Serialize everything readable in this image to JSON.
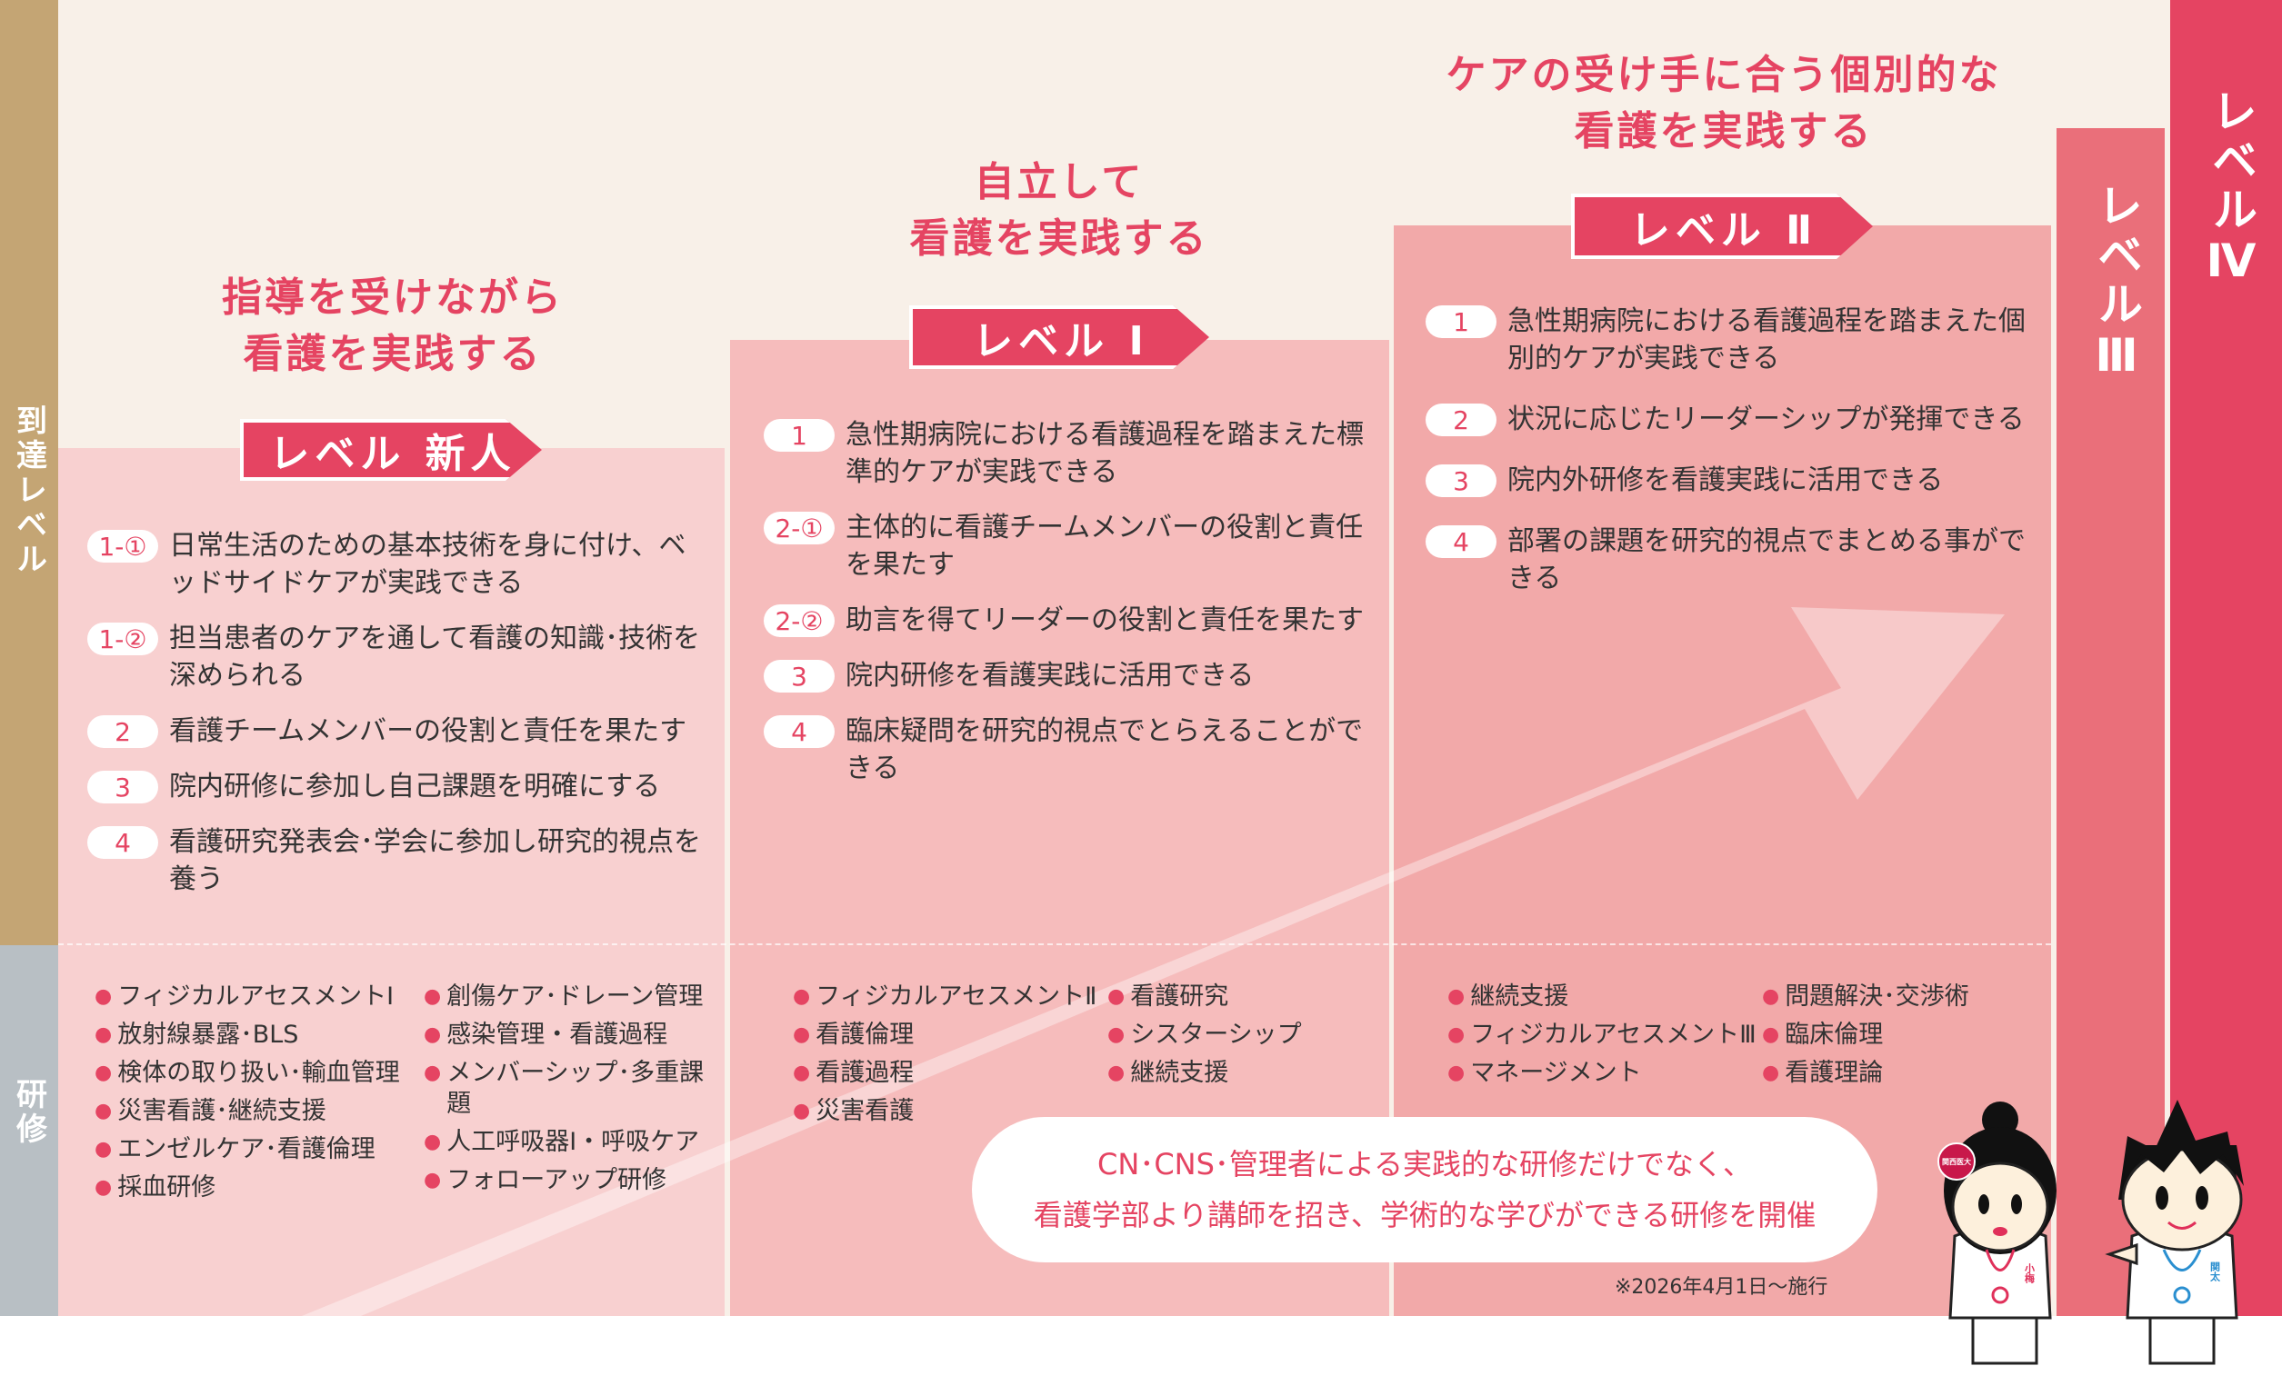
{
  "side": {
    "attain": "到達レベル",
    "training": "研修"
  },
  "levels": [
    {
      "heading": [
        "指導を受けながら",
        "看護を実践する"
      ],
      "badge": "レベル 新人",
      "items": [
        {
          "num": "1-①",
          "text": "日常生活のための基本技術を身に付け、ベッドサイドケアが実践できる"
        },
        {
          "num": "1-②",
          "text": "担当患者のケアを通して看護の知識･技術を深められる"
        },
        {
          "num": "2",
          "text": "看護チームメンバーの役割と責任を果たす"
        },
        {
          "num": "3",
          "text": "院内研修に参加し自己課題を明確にする"
        },
        {
          "num": "4",
          "text": "看護研究発表会･学会に参加し研究的視点を養う"
        }
      ],
      "training": [
        [
          "フィジカルアセスメントⅠ",
          "放射線暴露･BLS",
          "検体の取り扱い･輸血管理",
          "災害看護･継続支援",
          "エンゼルケア･看護倫理",
          "採血研修"
        ],
        [
          "創傷ケア･ドレーン管理",
          "感染管理・看護過程",
          "メンバーシップ･多重課題",
          "人工呼吸器Ⅰ・呼吸ケア",
          "フォローアップ研修"
        ]
      ]
    },
    {
      "heading": [
        "自立して",
        "看護を実践する"
      ],
      "badge": "レベル Ⅰ",
      "items": [
        {
          "num": "1",
          "text": "急性期病院における看護過程を踏まえた標準的ケアが実践できる"
        },
        {
          "num": "2-①",
          "text": "主体的に看護チームメンバーの役割と責任を果たす"
        },
        {
          "num": "2-②",
          "text": "助言を得てリーダーの役割と責任を果たす"
        },
        {
          "num": "3",
          "text": "院内研修を看護実践に活用できる"
        },
        {
          "num": "4",
          "text": "臨床疑問を研究的視点でとらえることができる"
        }
      ],
      "training": [
        [
          "フィジカルアセスメントⅡ",
          "看護倫理",
          "看護過程",
          "災害看護"
        ],
        [
          "看護研究",
          "シスターシップ",
          "継続支援"
        ]
      ]
    },
    {
      "heading": [
        "ケアの受け手に合う個別的な",
        "看護を実践する"
      ],
      "badge": "レベル Ⅱ",
      "items": [
        {
          "num": "1",
          "text": "急性期病院における看護過程を踏まえた個別的ケアが実践できる"
        },
        {
          "num": "2",
          "text": "状況に応じたリーダーシップが発揮できる"
        },
        {
          "num": "3",
          "text": "院内外研修を看護実践に活用できる"
        },
        {
          "num": "4",
          "text": "部署の課題を研究的視点でまとめる事ができる"
        }
      ],
      "training": [
        [
          "継続支援",
          "フィジカルアセスメントⅢ",
          "マネージメント"
        ],
        [
          "問題解決･交渉術",
          "臨床倫理",
          "看護理論"
        ]
      ]
    }
  ],
  "level3": "レベルⅢ",
  "level4": "レベルⅣ",
  "callout": [
    "CN･CNS･管理者による実践的な研修だけでなく、",
    "看護学部より講師を招き、学術的な学びができる研修を開催"
  ],
  "note": "※2026年4月1日～施行",
  "mascots": {
    "girl_badge": "関西医大",
    "girl_name": "小梅",
    "boy_name": "関太"
  },
  "colors": {
    "accent": "#e54462",
    "panel0": "#f8d0d0",
    "panel1": "#f6bcbc",
    "panel2": "#f2a9a9",
    "level3": "#ea6f7a",
    "level4": "#e54462"
  }
}
